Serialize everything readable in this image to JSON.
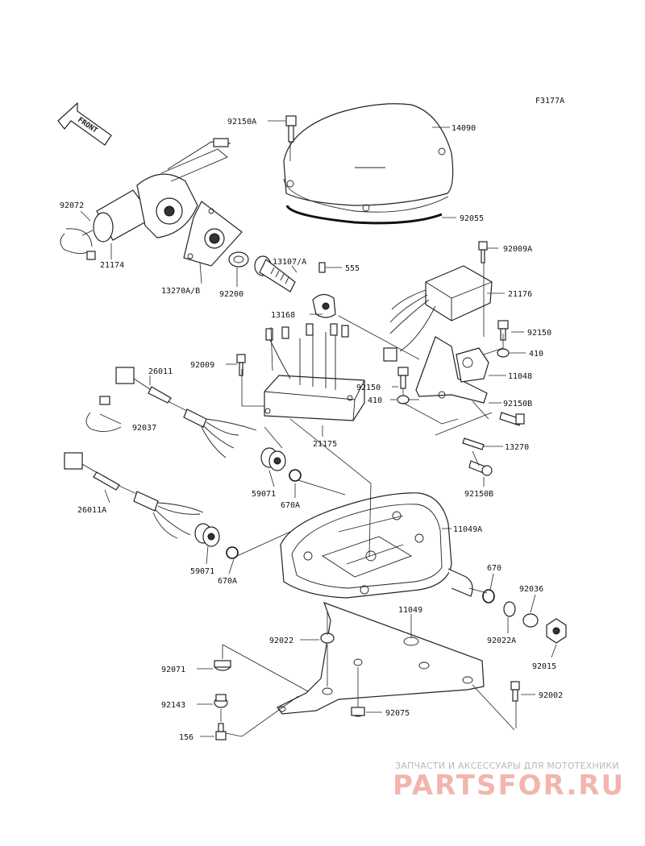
{
  "figure_code": "F3177A",
  "front_label": "FRONT",
  "watermark": {
    "subtitle": "ЗАПЧАСТИ И АКСЕССУАРЫ ДЛЯ МОТОТЕХНИКИ",
    "brand": "PARTSFOR.RU"
  },
  "part_labels": [
    {
      "id": "p92150A",
      "text": "92150A"
    },
    {
      "id": "p14090",
      "text": "14090"
    },
    {
      "id": "p92072",
      "text": "92072"
    },
    {
      "id": "p92055",
      "text": "92055"
    },
    {
      "id": "p21174",
      "text": "21174"
    },
    {
      "id": "p92009A",
      "text": "92009A"
    },
    {
      "id": "p13107A",
      "text": "13107/A"
    },
    {
      "id": "p555",
      "text": "555"
    },
    {
      "id": "p13270AB",
      "text": "13270A/B"
    },
    {
      "id": "p92200",
      "text": "92200"
    },
    {
      "id": "p21176",
      "text": "21176"
    },
    {
      "id": "p13168",
      "text": "13168"
    },
    {
      "id": "p92150",
      "text": "92150"
    },
    {
      "id": "p410a",
      "text": "410"
    },
    {
      "id": "p92009",
      "text": "92009"
    },
    {
      "id": "p11048",
      "text": "11048"
    },
    {
      "id": "p26011",
      "text": "26011"
    },
    {
      "id": "p92150b",
      "text": "92150"
    },
    {
      "id": "p410b",
      "text": "410"
    },
    {
      "id": "p92150B1",
      "text": "92150B"
    },
    {
      "id": "p92037",
      "text": "92037"
    },
    {
      "id": "p21175",
      "text": "21175"
    },
    {
      "id": "p13270",
      "text": "13270"
    },
    {
      "id": "p92150B2",
      "text": "92150B"
    },
    {
      "id": "p59071a",
      "text": "59071"
    },
    {
      "id": "p670Aa",
      "text": "670A"
    },
    {
      "id": "p26011A",
      "text": "26011A"
    },
    {
      "id": "p11049A",
      "text": "11049A"
    },
    {
      "id": "p59071b",
      "text": "59071"
    },
    {
      "id": "p670Ab",
      "text": "670A"
    },
    {
      "id": "p670",
      "text": "670"
    },
    {
      "id": "p92036",
      "text": "92036"
    },
    {
      "id": "p11049",
      "text": "11049"
    },
    {
      "id": "p92022",
      "text": "92022"
    },
    {
      "id": "p92022A",
      "text": "92022A"
    },
    {
      "id": "p92015",
      "text": "92015"
    },
    {
      "id": "p92071",
      "text": "92071"
    },
    {
      "id": "p92002",
      "text": "92002"
    },
    {
      "id": "p92143",
      "text": "92143"
    },
    {
      "id": "p92075",
      "text": "92075"
    },
    {
      "id": "p156",
      "text": "156"
    }
  ]
}
